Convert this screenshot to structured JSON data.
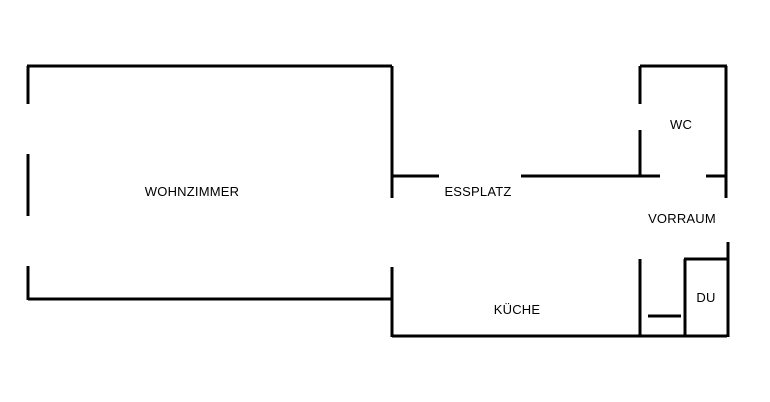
{
  "colors": {
    "background": "#ffffff",
    "walls": "#000000",
    "text": "#000000"
  },
  "rooms": {
    "wohnzimmer": "WOHNZIMMER",
    "esplatz": "ESSPLATZ",
    "kueche": "KÜCHE",
    "wc": "WC",
    "vorraum": "VORRAUM",
    "du": "DU"
  }
}
